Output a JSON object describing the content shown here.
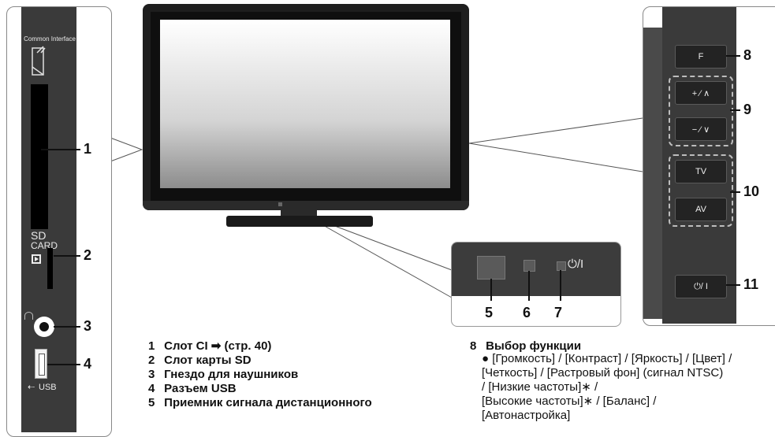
{
  "side_panel": {
    "ci_label": "Common Interface",
    "sd_label_1": "SD",
    "sd_label_2": "CARD",
    "usb_label": "USB"
  },
  "callouts": {
    "c1": "1",
    "c2": "2",
    "c3": "3",
    "c4": "4",
    "c5": "5",
    "c6": "6",
    "c7": "7",
    "c8": "8",
    "c9": "9",
    "c10": "10",
    "c11": "11"
  },
  "front_panel": {
    "power_symbol": "⏻/I"
  },
  "buttons": {
    "f": "F",
    "vol_up": "+ ⁄ ∧",
    "vol_down": "− ⁄ ∨",
    "tv": "TV",
    "av": "AV",
    "power": "⏻/ I"
  },
  "left_list": [
    {
      "num": "1",
      "text": "Слот CI ➡ (стр. 40)"
    },
    {
      "num": "2",
      "text": "Слот карты SD"
    },
    {
      "num": "3",
      "text": "Гнездо для наушников"
    },
    {
      "num": "4",
      "text": "Разъем USB"
    },
    {
      "num": "5",
      "text": "Приемник сигнала дистанционного"
    }
  ],
  "right_list": {
    "heading_num": "8",
    "heading": "Выбор функции",
    "lines": [
      "● [Громкость] / [Контраст] / [Яркость] / [Цвет] /",
      "[Четкость] / [Растровый фон] (сигнал NTSC)",
      "/ [Низкие частоты]∗ /",
      "[Высокие частоты]∗ / [Баланс] /",
      "[Автонастройка]"
    ]
  },
  "colors": {
    "panel": "#3a3a3a",
    "dashed": "#bdbdbd",
    "screen_light": "#ffffff",
    "screen_dark": "#7a7a7a"
  }
}
